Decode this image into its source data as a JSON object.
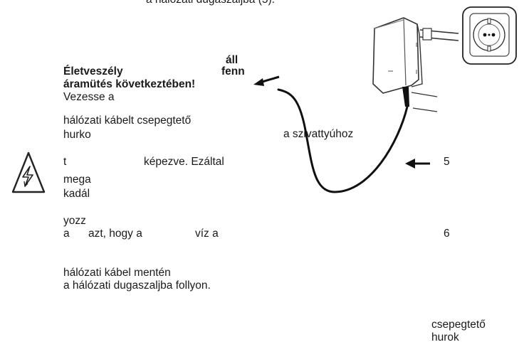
{
  "header": {
    "partial_line": "a hálózati dugaszaljba (5)."
  },
  "warning": {
    "heading_word_1": "Életveszély",
    "heading_word_2": "áll",
    "heading_word_3": "fenn",
    "heading_line_2": "áramütés következtében!",
    "body_lines": [
      "Vezesse a",
      "hálózati kábelt csepegtető",
      "hurko",
      "t",
      "képezve. Ezáltal",
      "mega",
      "kadál",
      "yozz",
      "a",
      "azt, hogy a",
      "víz a",
      "hálózati kábel mentén",
      "a hálózati dugaszaljba follyon."
    ]
  },
  "figure": {
    "label_pump": "a szivattyúhoz",
    "label_5": "5",
    "label_6": "6",
    "label_drip_loop_1": "csepegtető",
    "label_drip_loop_2": "hurok"
  },
  "icons": [
    "electric-shock-warning-icon",
    "power-adapter-image",
    "wall-socket-image",
    "arrow-left-icon"
  ]
}
